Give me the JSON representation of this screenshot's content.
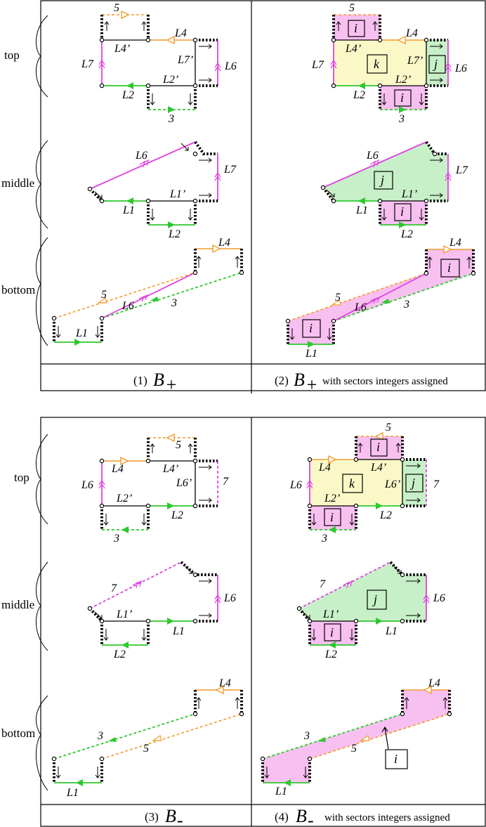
{
  "panels": {
    "p1": {
      "row_labels": {
        "top": "top",
        "middle": "middle",
        "bottom": "bottom"
      },
      "labels": {
        "five": "5",
        "L4": "L4",
        "L4p": "L4’",
        "L7": "L7",
        "L7p": "L7’",
        "L6": "L6",
        "L2": "L2",
        "L2p": "L2’",
        "three": "3"
      },
      "mid": {
        "L6": "L6",
        "L7": "L7",
        "L1": "L1",
        "L1p": "L1’",
        "L2": "L2"
      },
      "bot": {
        "L4": "L4",
        "five": "5",
        "three": "3",
        "L6": "L6",
        "L1": "L1"
      }
    },
    "p2": {
      "sectors": {
        "i": "i",
        "j": "j",
        "k": "k"
      }
    },
    "p3": {
      "labels": {
        "five": "5",
        "L4": "L4",
        "L4p": "L4’",
        "L6": "L6",
        "L6p": "L6’",
        "seven": "7",
        "L2": "L2",
        "L2p": "L2’",
        "three": "3"
      },
      "mid": {
        "seven": "7",
        "L6": "L6",
        "L1": "L1",
        "L1p": "L1’",
        "L2": "L2"
      },
      "bot": {
        "L4": "L4",
        "three": "3",
        "five": "5",
        "L1": "L1"
      }
    }
  },
  "captions": {
    "c1": {
      "num": "(1)",
      "sym": "B",
      "sub": "+"
    },
    "c2": {
      "num": "(2)",
      "sym": "B",
      "sub": "+",
      "rest": "with sectors integers assigned"
    },
    "c3": {
      "num": "(3)",
      "sym": "B",
      "sub": "-"
    },
    "c4": {
      "num": "(4)",
      "sym": "B",
      "sub": "-",
      "rest": "with sectors integers assigned"
    }
  },
  "colors": {
    "orange": "#f29a2e",
    "green": "#2ec82e",
    "magenta": "#e040e0",
    "yellow_fill": "#fbf8c8",
    "green_fill": "#c8f0c8",
    "pink_fill": "#f8c0f0"
  }
}
